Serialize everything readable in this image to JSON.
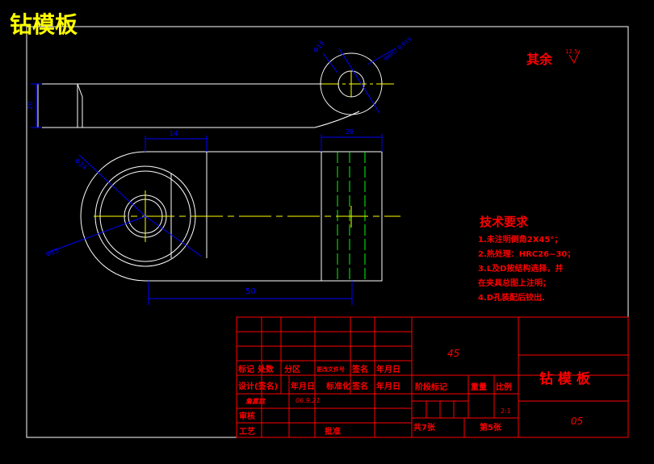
{
  "heading": "钻模板",
  "surface_note": {
    "label": "其余",
    "roughness": "12.5"
  },
  "tech_requirements": {
    "title": "技术要求",
    "items": [
      "1.未注明倒角2X45°；",
      "2.热处理：HRC26~30；",
      "3.L及D按结构选择，并",
      "在夹具总图上注明；",
      "4.D孔装配后铰出."
    ]
  },
  "dimensions": {
    "top_hole_small": "Φ18",
    "top_hole_tol": "Φ8H7 0.015",
    "left_height": "20",
    "width_14": "14",
    "width_28": "28",
    "big_circle": "Φ24",
    "small_circle": "Φ15",
    "overall_length": "50"
  },
  "title_block": {
    "material": "45",
    "part_name": "钻 模 板",
    "drawing_no": "05",
    "scale_value": "2:1",
    "designer": "詹嘉庭",
    "date": "06.9.21",
    "labels": {
      "mark": "标记",
      "count": "处数",
      "zone": "分区",
      "change_doc": "更改文件号",
      "signature": "签名",
      "date_ymd": "年月日",
      "design": "设计(签名)",
      "date_ymd2": "年月日",
      "standard": "标准化",
      "signature2": "签名",
      "date_ymd3": "年月日",
      "stage": "阶段标记",
      "weight": "重量",
      "scale": "比例",
      "review": "审核",
      "process": "工艺",
      "approve": "批准",
      "total_sheets": "共7张",
      "sheet_no": "第5张"
    }
  },
  "colors": {
    "background": "#000000",
    "outline": "#ffffff",
    "dimension": "#0000ff",
    "centerline": "#ffff00",
    "hidden": "#00ff00",
    "note": "#ff0000",
    "heading": "#ffff00"
  }
}
